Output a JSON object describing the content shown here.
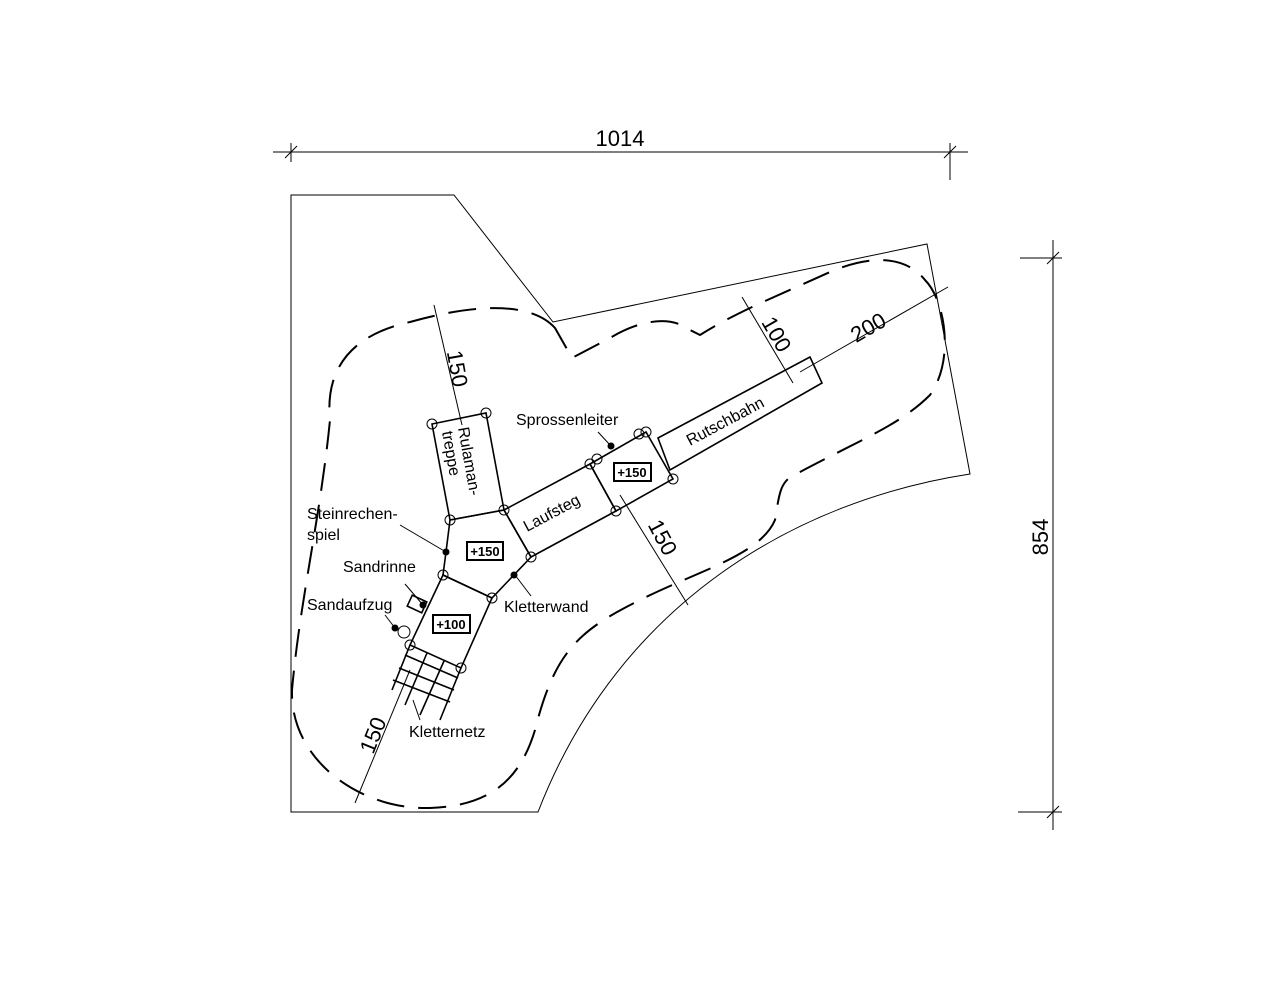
{
  "title": "Spielplatz Lageplan",
  "dimensions": {
    "width_total": "1014",
    "height_total": "854",
    "rulamantreppe_width": "150",
    "slide_width": "100",
    "slide_runout": "200",
    "platform_width": "150",
    "net_width": "150"
  },
  "labels": {
    "rulamantreppe_1": "Rulaman-",
    "rulamantreppe_2": "treppe",
    "sprossenleiter": "Sprossenleiter",
    "rutschbahn": "Rutschbahn",
    "laufsteg": "Laufsteg",
    "steinrechen_1": "Steinrechen-",
    "steinrechen_2": "spiel",
    "sandrinne": "Sandrinne",
    "sandaufzug": "Sandaufzug",
    "kletterwand": "Kletterwand",
    "kletternetz": "Kletternetz"
  },
  "elevations": {
    "center": "+150",
    "upper": "+150",
    "lower": "+100"
  },
  "colors": {
    "line": "#000000",
    "background": "#ffffff"
  }
}
